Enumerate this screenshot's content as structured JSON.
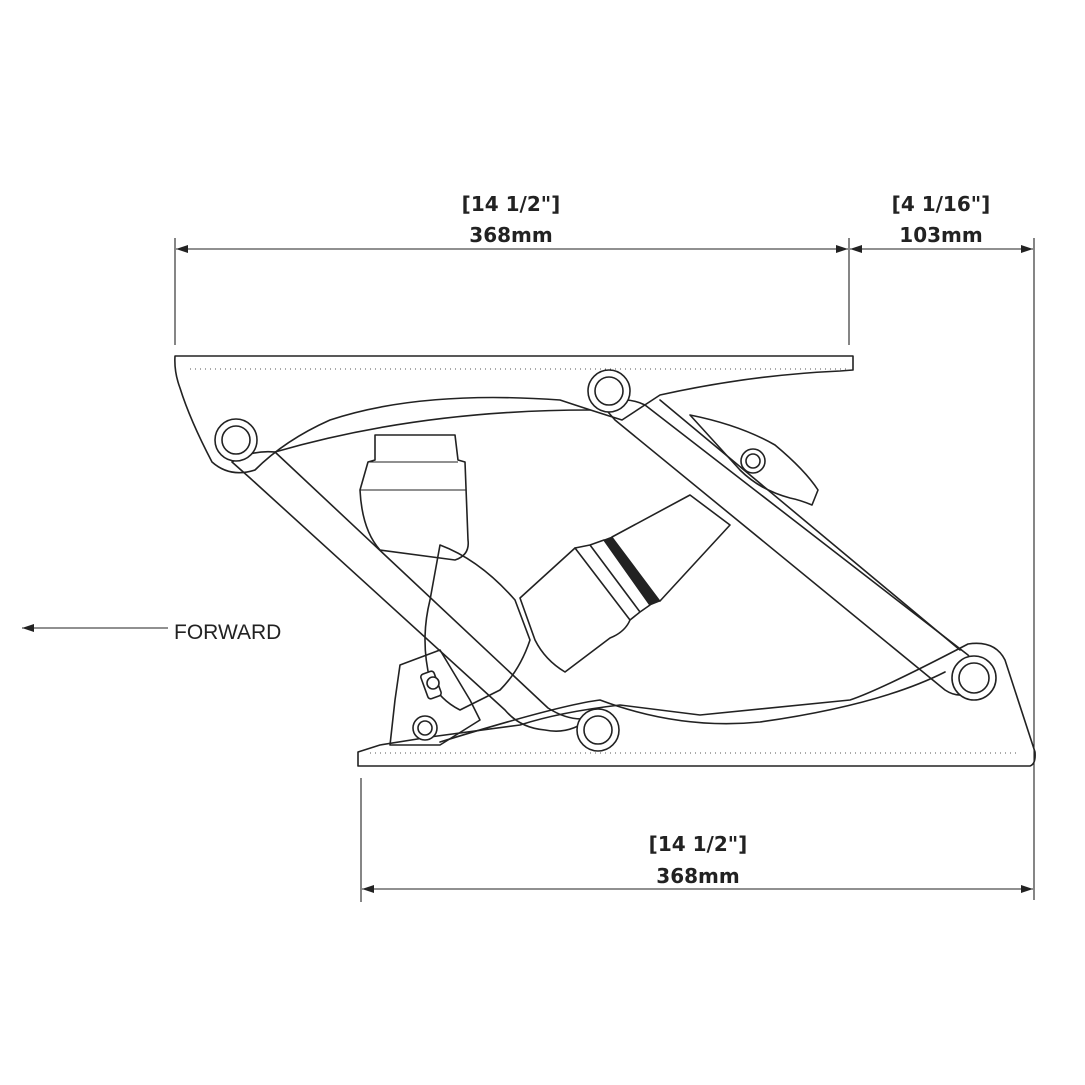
{
  "colors": {
    "ink": "#222222",
    "background": "#ffffff"
  },
  "dimensions": {
    "top_length": {
      "imperial": "[14 1/2\"]",
      "metric": "368mm"
    },
    "height_offset": {
      "imperial": "[4 1/16\"]",
      "metric": "103mm"
    },
    "bottom_length": {
      "imperial": "[14 1/2\"]",
      "metric": "368mm"
    }
  },
  "direction": {
    "label": "FORWARD",
    "icon": "arrow-left-icon"
  }
}
